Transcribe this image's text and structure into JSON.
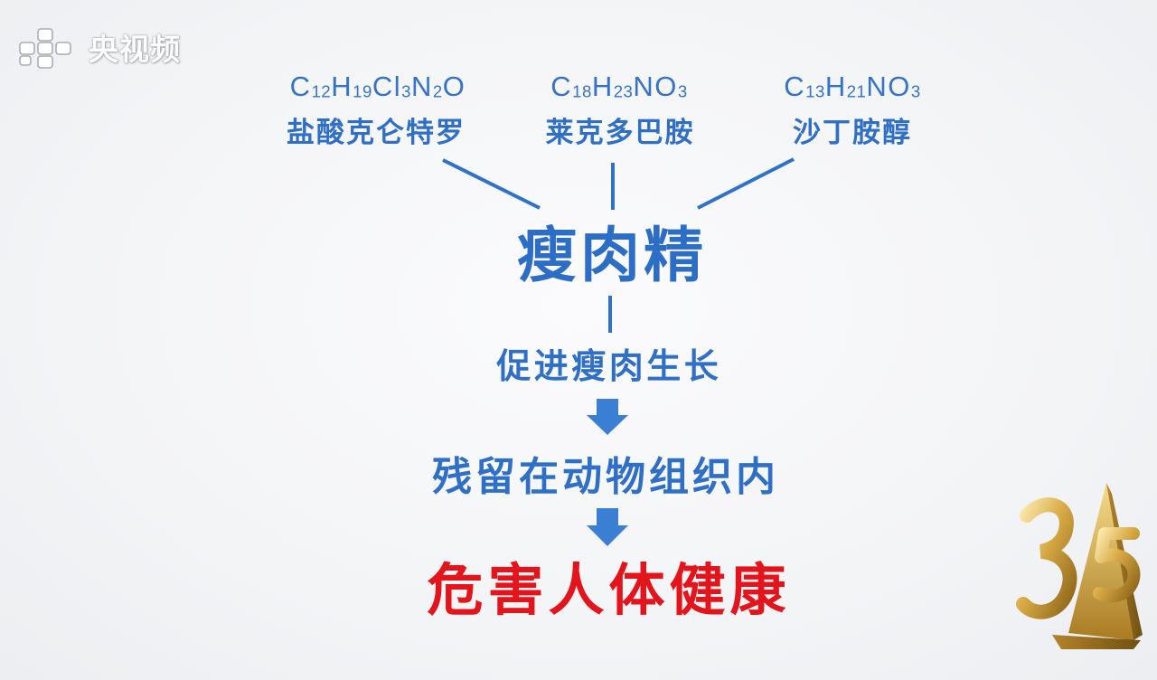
{
  "watermark": {
    "text": "央视频"
  },
  "diagram": {
    "sources": [
      {
        "formula": "C12H19Cl3N2O",
        "name": "盐酸克仑特罗"
      },
      {
        "formula": "C18H23NO3",
        "name": "莱克多巴胺"
      },
      {
        "formula": "C13H21NO3",
        "name": "沙丁胺醇"
      }
    ],
    "center": "瘦肉精",
    "steps": [
      "促进瘦肉生长",
      "残留在动物组织内"
    ],
    "conclusion": "危害人体健康"
  },
  "colors": {
    "primary": "#2f6fc6",
    "arrow": "#3b7fd4",
    "alert": "#e3141b",
    "background": "#f4f5f7",
    "gold": "#c9962f"
  },
  "icons": {
    "watermark_logo": "cctv-video-logo-icon",
    "arrows": "down-arrow-icon",
    "badge": "gold-315-logo-icon"
  }
}
